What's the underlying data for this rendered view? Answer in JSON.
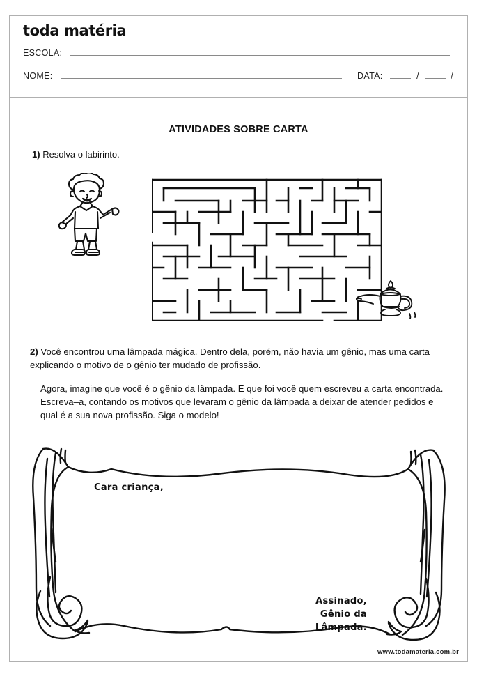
{
  "header": {
    "logo": "toda matéria",
    "school_label": "ESCOLA:",
    "name_label": "NOME:",
    "date_label": "DATA:",
    "date_separator": "/"
  },
  "worksheet": {
    "title": "ATIVIDADES SOBRE CARTA",
    "question1": {
      "number": "1)",
      "text": "Resolva o labirinto."
    },
    "question2": {
      "number": "2)",
      "text": "Você encontrou uma lâmpada mágica. Dentro dela, porém, não havia um gênio, mas uma carta explicando o motivo de o gênio ter mudado de profissão.",
      "paragraph2": "Agora, imagine que você é o gênio da lâmpada. E que foi você quem escreveu a carta encontrada. Escreva–a, contando os motivos que levaram o gênio da lâmpada a deixar de atender pedidos e qual é a sua nova profissão. Siga o modelo!"
    }
  },
  "illustrations": {
    "boy": "boy-with-open-arms-illustration",
    "maze": "rectangular-maze-puzzle",
    "lamp": "magic-genie-lamp-illustration",
    "scroll": "parchment-scroll-letter-template"
  },
  "letter": {
    "greeting": "Cara criança,",
    "signature_line1": "Assinado,",
    "signature_line2": "Gênio da Lâmpada."
  },
  "footer": {
    "website": "www.todamateria.com.br"
  },
  "colors": {
    "ink": "#111111",
    "border": "#b0b0b0",
    "rule": "#8a8a8a"
  }
}
